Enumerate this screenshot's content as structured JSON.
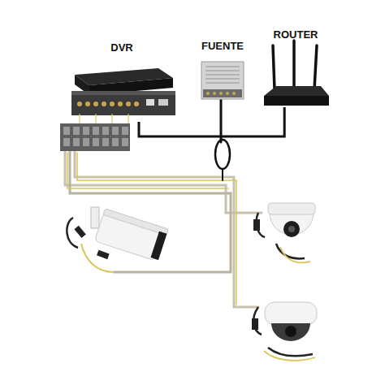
{
  "diagram": {
    "nodes": [
      {
        "text": [
          "DVR"
        ]
      },
      {
        "text": [
          "FUENTE"
        ]
      },
      {
        "text": [
          "ROUTER"
        ]
      }
    ],
    "edges": [
      {
        "from": 0,
        "to": 2,
        "arrow": "none"
      }
    ]
  }
}
